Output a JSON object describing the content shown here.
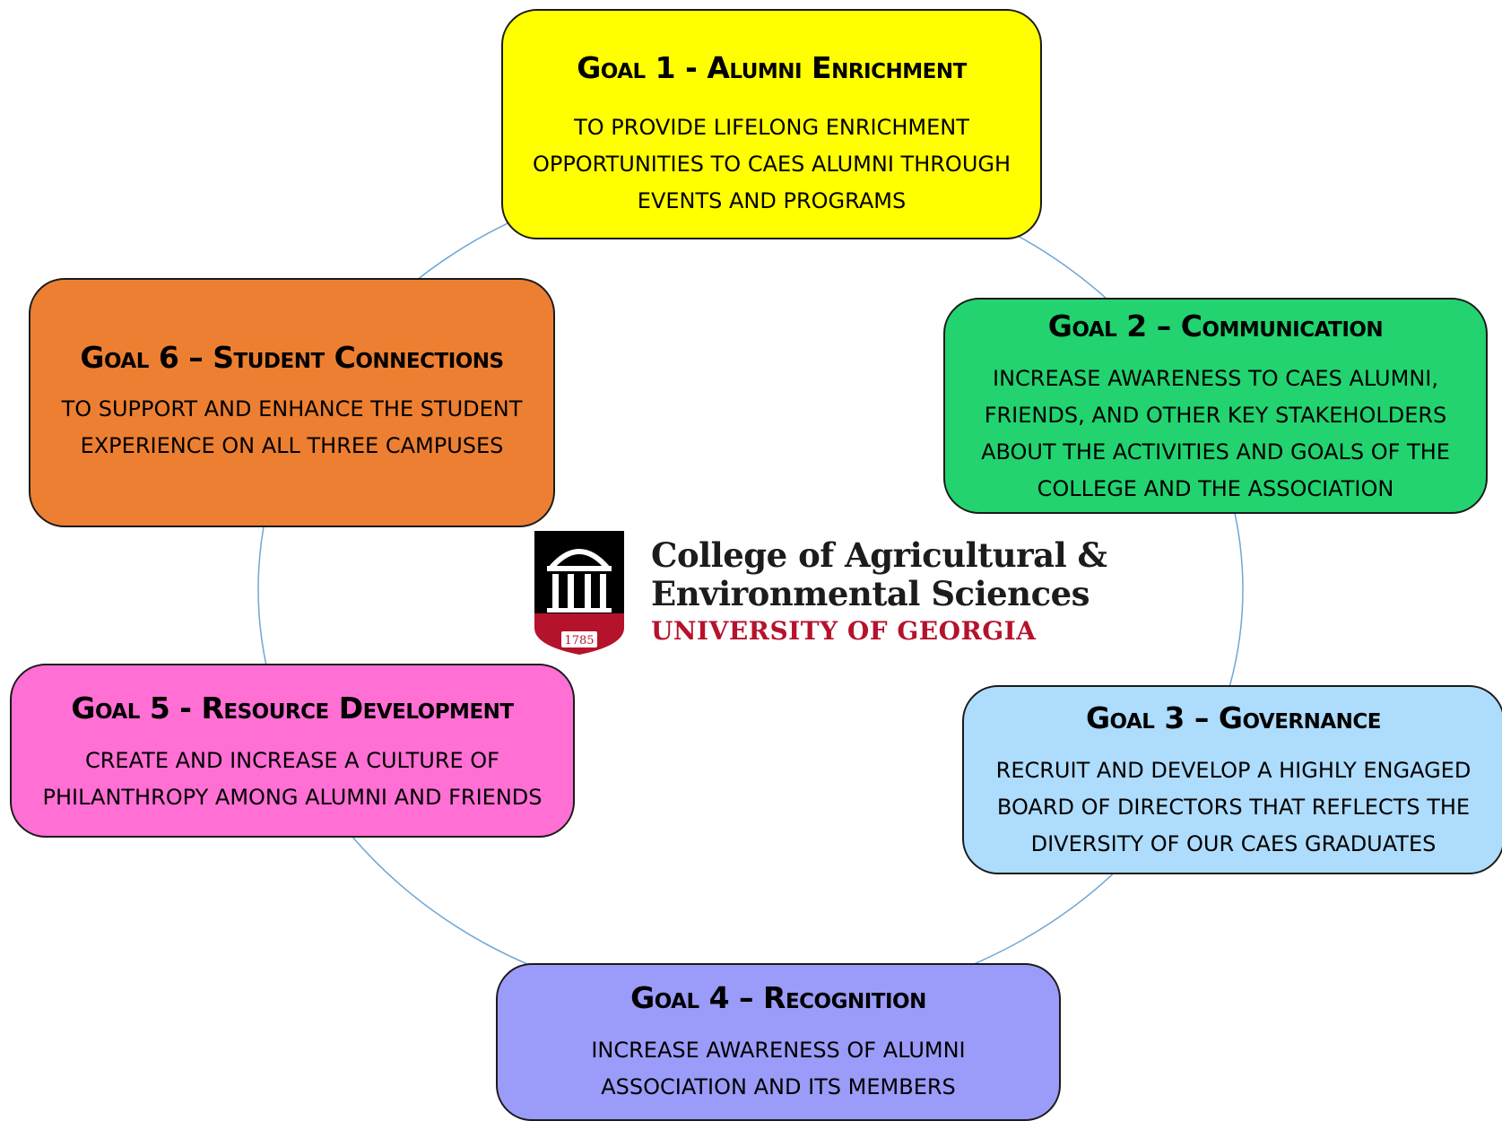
{
  "goals": [
    {
      "title": "Goal 1 - Alumni Enrichment",
      "description": [
        "To provide lifelong enrichment",
        "opportunities to CAES alumni through",
        "events and programs"
      ],
      "color": "#ffff00"
    },
    {
      "title": "Goal 2 – Communication",
      "description": [
        "Increase awareness to CAES alumni,",
        "friends, and other key stakeholders",
        "about the activities and goals of the",
        "college and the association"
      ],
      "color": "#22d36f"
    },
    {
      "title": "Goal 3 – Governance",
      "description": [
        "Recruit and develop a highly engaged",
        "board of directors that reflects the",
        "diversity of our CAES graduates"
      ],
      "color": "#aedcfc"
    },
    {
      "title": "Goal 4 – Recognition",
      "description": [
        "Increase awareness of alumni",
        "association and its members"
      ],
      "color": "#9b9bf9"
    },
    {
      "title": "Goal 5 - Resource Development",
      "description": [
        "Create and increase a culture of",
        "philanthropy among alumni and friends"
      ],
      "color": "#ff6fd4"
    },
    {
      "title": "Goal 6 – Student Connections",
      "description": [
        "To support and enhance the student",
        "experience on all three campuses"
      ],
      "color": "#ed7f32"
    }
  ],
  "logo": {
    "line1": "College of Agricultural &",
    "line2": "Environmental Sciences",
    "line3": "UNIVERSITY OF GEORGIA",
    "year": "1785",
    "brand_red": "#b5122c",
    "brand_black": "#000000"
  },
  "connector_color": "#6ea6d6"
}
